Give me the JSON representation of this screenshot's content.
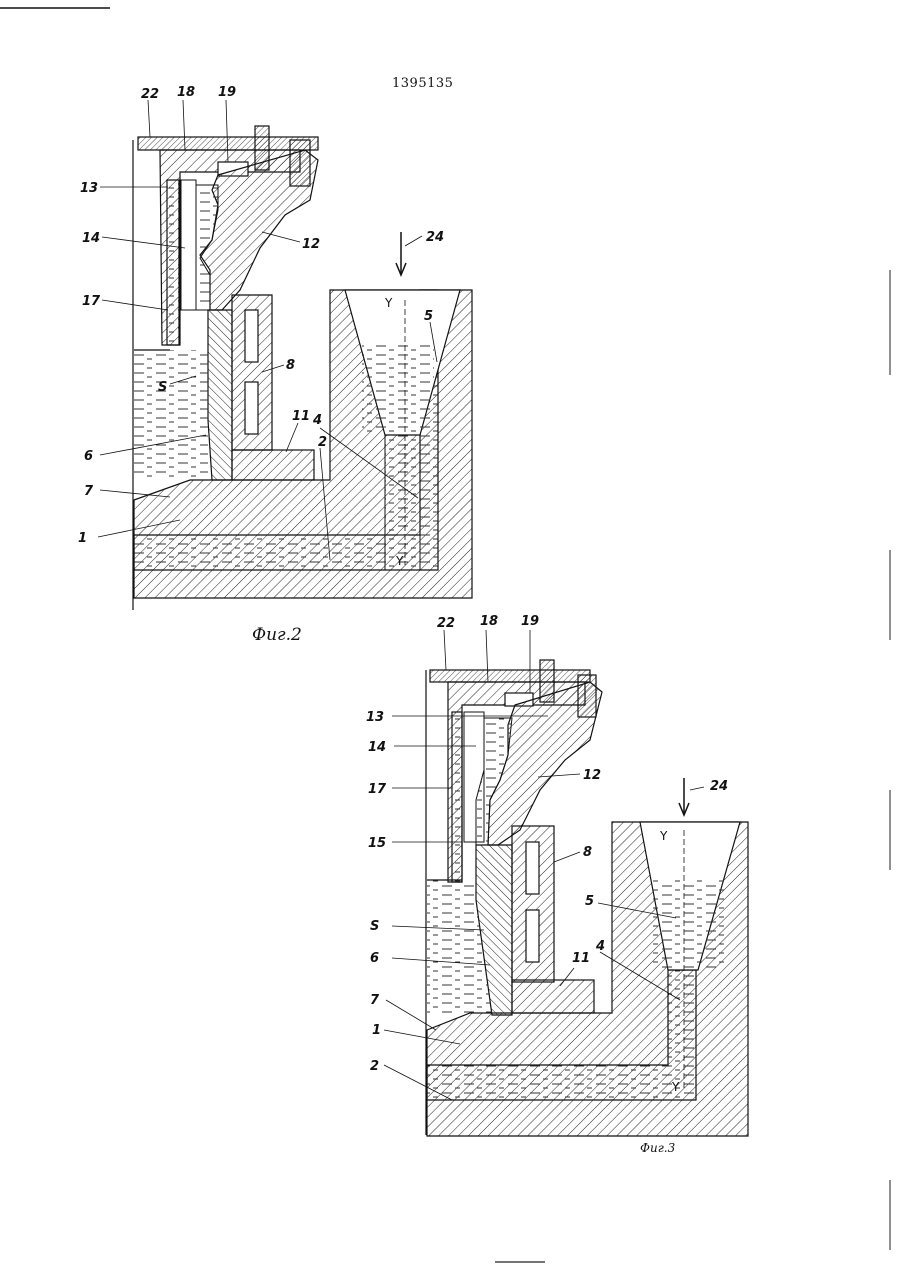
{
  "document": {
    "patent_number": "1395135"
  },
  "figure2": {
    "caption": "Фиг.2",
    "labels": [
      "22",
      "18",
      "19",
      "13",
      "14",
      "12",
      "24",
      "17",
      "Y",
      "5",
      "8",
      "S",
      "11",
      "4",
      "2",
      "6",
      "7",
      "1",
      "Y"
    ]
  },
  "figure3": {
    "caption": "Фиг.3",
    "labels": [
      "22",
      "18",
      "19",
      "13",
      "14",
      "12",
      "24",
      "17",
      "Y",
      "15",
      "8",
      "5",
      "S",
      "6",
      "11",
      "4",
      "7",
      "1",
      "2",
      "Y"
    ]
  }
}
